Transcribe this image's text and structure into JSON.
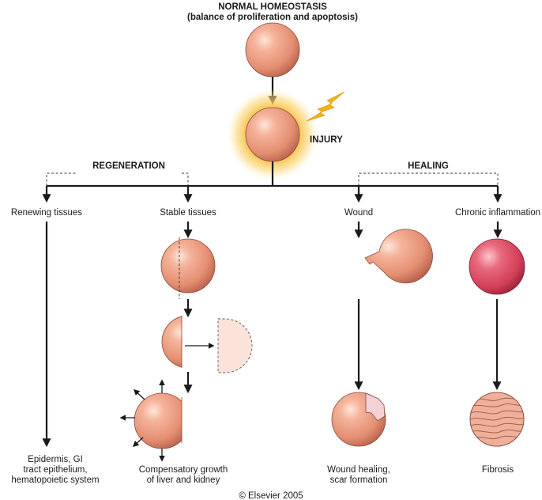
{
  "title": {
    "line1": "NORMAL HOMEOSTASIS",
    "line2": "(balance of proliferation and apoptosis)"
  },
  "injury_label": "INJURY",
  "branches": {
    "regeneration": "REGENERATION",
    "healing": "HEALING"
  },
  "columns": {
    "renewing": {
      "label": "Renewing tissues",
      "outcome": [
        "Epidermis, GI",
        "tract epithelium,",
        "hematopoietic system"
      ]
    },
    "stable": {
      "label": "Stable tissues",
      "outcome": [
        "Compensatory growth",
        "of liver and kidney"
      ]
    },
    "wound": {
      "label": "Wound",
      "outcome": [
        "Wound healing,",
        "scar formation"
      ]
    },
    "chronic": {
      "label": "Chronic inflammation",
      "outcome": [
        "Fibrosis"
      ]
    }
  },
  "copyright": "© Elsevier 2005",
  "colors": {
    "cell": "#e8967a",
    "cell_highlight": "#fbd4c2",
    "inflamed_cell": "#d9455e",
    "glow": "#f7b51e",
    "lightning": "#f2b318",
    "removed_part": "#fbe3da"
  }
}
